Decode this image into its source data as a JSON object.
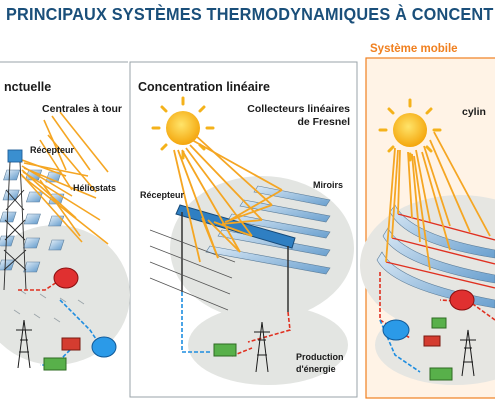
{
  "title": "PRINCIPAUX SYSTÈMES THERMODYNAMIQUES À CONCENT",
  "mobile_label": "Système mobile",
  "panels": {
    "left": {
      "heading": "nctuelle",
      "subheading": "Centrales à tour",
      "labels": {
        "receiver": "Récepteur",
        "heliostats": "Héliostats"
      }
    },
    "middle": {
      "heading": "Concentration linéaire",
      "subheading_line1": "Collecteurs linéaires",
      "subheading_line2": "de Fresnel",
      "labels": {
        "receiver": "Récepteur",
        "mirrors": "Miroirs",
        "production_line1": "Production",
        "production_line2": "d'énergie"
      }
    },
    "right": {
      "subheading": "cylin"
    }
  },
  "colors": {
    "title": "#1a4f7a",
    "orange_accent": "#f08020",
    "sun": "#f7c21d",
    "ray": "#f5a623",
    "hot_pipe": "#e03020",
    "cold_pipe": "#1e8de0",
    "ground": "#e3e5e2",
    "mirror": "#4a90c8"
  }
}
